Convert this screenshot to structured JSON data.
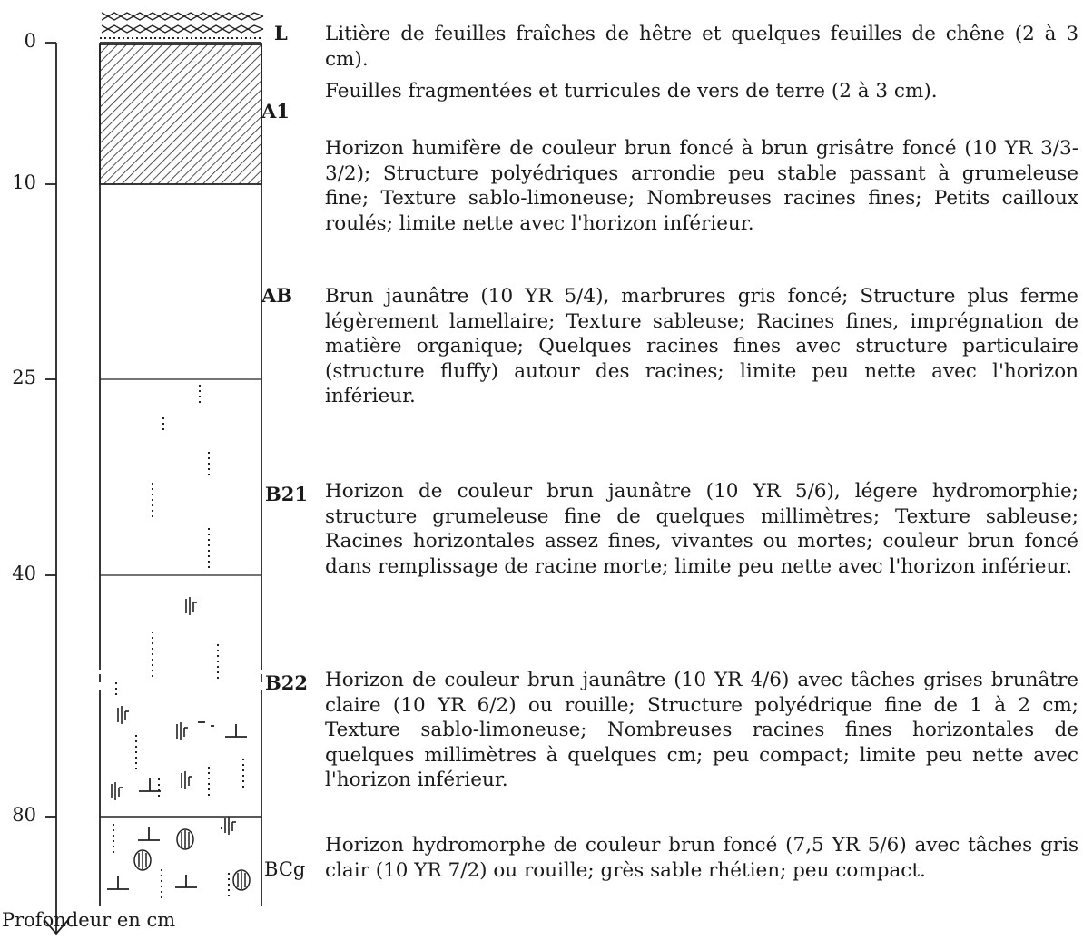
{
  "depth_ticks": [
    "0",
    "10",
    "25",
    "40",
    "80"
  ],
  "axis_caption": "Profondeur en cm",
  "horizons": [
    {
      "label": "L",
      "description": "Litière de feuilles fraîches de hêtre et quelques feuilles de chêne (2 à 3 cm)."
    },
    {
      "label": "A1",
      "description": "Feuilles fragmentées et turricules de vers de terre (2 à 3 cm).",
      "description2": "Horizon humifère de couleur brun foncé à brun grisâtre foncé (10 YR 3/3-3/2); Structure polyédriques arrondie peu stable passant à grumeleuse fine; Texture sablo-limoneuse; Nombreuses racines fines; Petits cailloux roulés; limite nette avec l'horizon inférieur."
    },
    {
      "label": "AB",
      "description": "Brun jaunâtre (10 YR 5/4), marbrures gris foncé; Structure plus ferme légèrement lamellaire; Texture sableuse; Racines fines, imprégnation de matière organique; Quelques racines fines avec structure particulaire (structure fluffy) autour des racines; limite peu nette avec l'horizon inférieur."
    },
    {
      "label": "B21",
      "description": "Horizon de couleur brun jaunâtre (10 YR 5/6), légere hydromorphie; structure grumeleuse fine de quelques millimètres; Texture sableuse; Racines horizontales assez fines, vivantes ou mortes; couleur brun foncé dans remplissage de racine morte; limite peu nette avec l'horizon inférieur."
    },
    {
      "label": "B22",
      "description": "Horizon de couleur brun jaunâtre (10 YR 4/6) avec tâches grises brunâtre claire (10 YR 6/2) ou rouille; Structure polyédrique fine de 1 à 2 cm; Texture sablo-limoneuse; Nombreuses racines fines horizontales de quelques millimètres à quelques cm; peu compact; limite peu nette avec l'horizon inférieur."
    },
    {
      "label": "BCg",
      "description": "Horizon hydromorphe de couleur brun foncé (7,5 YR 5/6) avec tâches gris clair (10 YR 7/2) ou rouille; grès sable rhétien; peu compact."
    }
  ]
}
